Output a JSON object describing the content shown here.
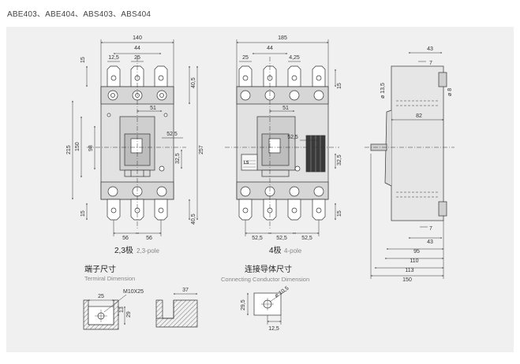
{
  "header": {
    "title": "ABE403、ABE404、ABS403、ABS404"
  },
  "front3": {
    "caption_main": "2,3极",
    "caption_sub": "2,3-pole",
    "dims": {
      "w140": "140",
      "w44": "44",
      "w125": "12,5",
      "w25": "25",
      "h15a": "15",
      "h405a": "40,5",
      "h257": "257",
      "h215": "215",
      "h150": "150",
      "h98": "98",
      "w51": "51",
      "w525": "52,5",
      "h325": "32,5",
      "h15b": "15",
      "h405b": "40,5",
      "w56a": "56",
      "w56b": "56"
    }
  },
  "front4": {
    "caption_main": "4极",
    "caption_sub": "4-pole",
    "dims": {
      "w185": "185",
      "w44": "44",
      "w25": "25",
      "w425": "4,25",
      "h15a": "15",
      "w51": "51",
      "w525": "52,5",
      "h325": "32,5",
      "h15b": "15",
      "wb1": "52,5",
      "wb2": "52,5",
      "wb3": "52,5"
    }
  },
  "side": {
    "dims": {
      "d43a": "43",
      "d7a": "7",
      "d135": "ø 13,5",
      "d8": "ø 8",
      "d82": "82",
      "d7b": "7",
      "d43b": "43",
      "d95": "95",
      "d110": "110",
      "d113": "113",
      "d150": "150"
    }
  },
  "terminal": {
    "title_cn": "端子尺寸",
    "title_en": "Termiral Dimension",
    "dims": {
      "w25": "25",
      "m10": "M10X25",
      "h13": "13",
      "h29": "29",
      "w37": "37"
    }
  },
  "conductor": {
    "title_cn": "连接导体尺寸",
    "title_en": "Connecting Conductor Dimension",
    "dims": {
      "h295": "29,5",
      "d105": "ø 10,5",
      "w125": "12,5"
    }
  },
  "logo_text": "LS"
}
